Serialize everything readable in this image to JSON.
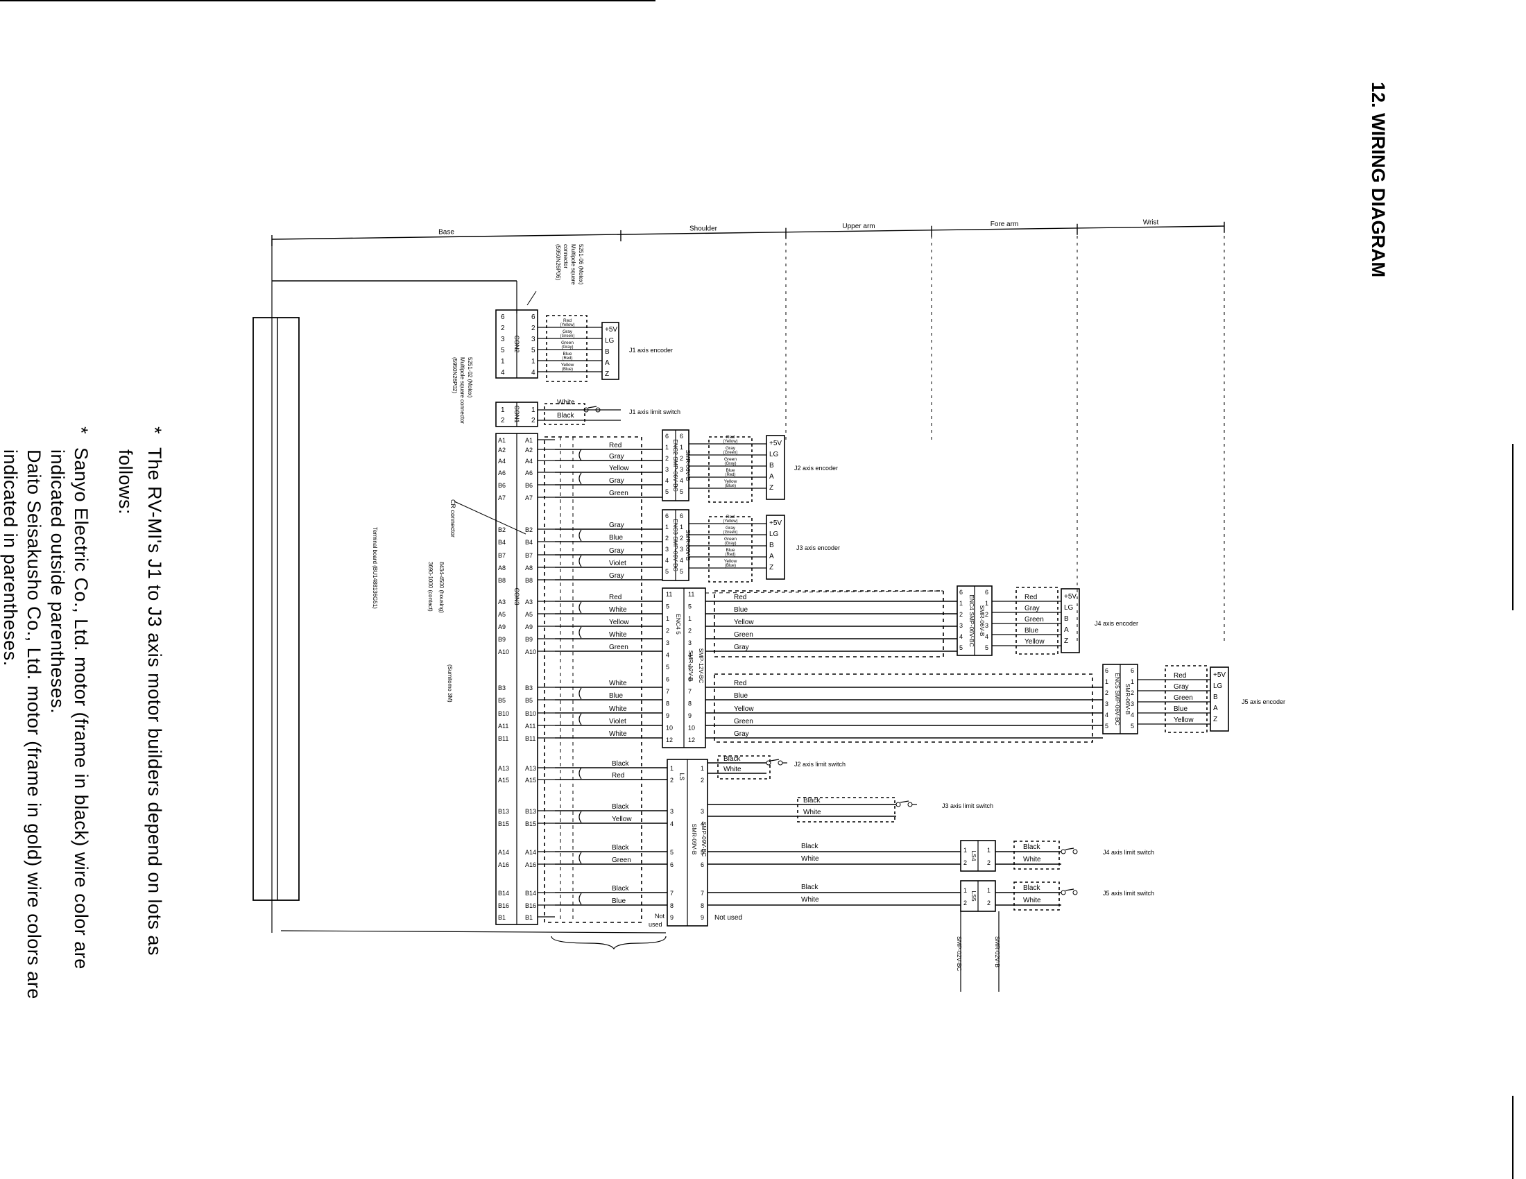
{
  "section_title": "12. WIRING DIAGRAM",
  "regions": [
    "Base",
    "Shoulder",
    "Upper arm",
    "Fore arm",
    "Wrist"
  ],
  "labels": {
    "terminal_board": "Terminal board (BU1488136G51)",
    "cr_connector": "CR connector",
    "cr_housing": "8434-4500 (housing)",
    "cr_contact": "3690-1000 (contact)",
    "cr_maker": "(Sumitomo 3M)",
    "molex6_a": "5251-06 (Molex)",
    "molex6_b": "Multipole square",
    "molex6_c": "connector",
    "molex6_d": "(5950N26P06)",
    "molex2_a": "5251-02 (Molex)",
    "molex2_b": "Multipole square connector",
    "molex2_c": "(5950N26P02)",
    "con1": "CON1",
    "con2": "CON2",
    "con3": "CON3",
    "enc2": "ENC2 SMP-06V-BC",
    "enc2b": "SMR-06V-B",
    "enc3": "ENC3 SMP-06V-BC",
    "enc3b": "SMR-06V-B",
    "enc45": "ENC4 5",
    "enc45b": "SMR-12V-B",
    "enc45c": "SMP-12V-BC",
    "enc4": "ENC4 SMP-06V-BC",
    "enc4b": "SMR-06V-B",
    "enc5": "ENC5 SMP-06V-BC",
    "enc5b": "SMR-06V-B",
    "ls": "LS",
    "lsb": "SMR-09V-B",
    "lsc": "SMP-09V-BC",
    "ls4": "LS4",
    "ls5": "LS5",
    "smp02": "SMP-02V-BC",
    "smr02": "SMR-02V-B",
    "j1_encoder": "J1 axis encoder",
    "j1_limit": "J1 axis limit switch",
    "j2_encoder": "J2 axis encoder",
    "j3_encoder": "J3 axis encoder",
    "j4_encoder": "J4 axis encoder",
    "j5_encoder": "J5 axis encoder",
    "j2_limit": "J2 axis limit switch",
    "j3_limit": "J3 axis limit switch",
    "j4_limit": "J4 axis limit switch",
    "j5_limit": "J5 axis limit switch",
    "not_used": "Not used",
    "not": "Not",
    "used": "used"
  },
  "encoder_signals": [
    "+5V",
    "LG",
    "B",
    "A",
    "Z"
  ],
  "con3_pins": [
    "A1",
    "A2",
    "A4",
    "A6",
    "B6",
    "A7",
    "B2",
    "B4",
    "B7",
    "A8",
    "B8",
    "A3",
    "A5",
    "A9",
    "B9",
    "A10",
    "B3",
    "B5",
    "B10",
    "A11",
    "B11",
    "A13",
    "A15",
    "B13",
    "B15",
    "A14",
    "A16",
    "B14",
    "B16",
    "B1"
  ],
  "j2_wires": [
    "Red",
    "Gray",
    "Yellow",
    "Gray",
    "Green"
  ],
  "j3_wires": [
    "Gray",
    "Blue",
    "Gray",
    "Violet",
    "Gray"
  ],
  "j4_wires": [
    "Red",
    "White",
    "Yellow",
    "White",
    "Green"
  ],
  "j5_wires": [
    "White",
    "Blue",
    "White",
    "Violet",
    "White"
  ],
  "ls_wires": [
    "Black",
    "Red",
    "Black",
    "Yellow",
    "Black",
    "Green",
    "Black",
    "Blue"
  ],
  "enc_local_wires": [
    {
      "main": "Red",
      "alt": "(Yellow)"
    },
    {
      "main": "Gray",
      "alt": "(Green)"
    },
    {
      "main": "Green",
      "alt": "(Gray)"
    },
    {
      "main": "Blue",
      "alt": "(Red)"
    },
    {
      "main": "Yellow",
      "alt": "(Blue)"
    }
  ],
  "arm_wires": [
    "Red",
    "Blue",
    "Yellow",
    "Green",
    "Gray"
  ],
  "arm_local_wires": [
    "Red",
    "Gray",
    "Green",
    "Blue",
    "Yellow"
  ],
  "switch_wires": [
    "Black",
    "White"
  ],
  "j1_limit_wires": [
    "White",
    "Black"
  ],
  "notes": [
    "The RV-MI's J1 to J3 axis motor builders depend on lots as follows:",
    "Sanyo Electric Co., Ltd. motor (frame in black) wire color are indicated outside parentheses.",
    "Daito Seisakusho Co., Ltd. motor (frame in gold) wire colors are indicated in parentheses."
  ],
  "note_lines": [
    [
      "The RV-MI's J1 to J3 axis motor builders depend on lots as",
      "follows:"
    ],
    [
      "Sanyo Electric Co., Ltd. motor (frame in black) wire color are",
      "indicated outside parentheses.",
      "Daito Seisakusho Co., Ltd. motor (frame in gold) wire colors are",
      "indicated in parentheses."
    ]
  ],
  "note_bullet": "*"
}
